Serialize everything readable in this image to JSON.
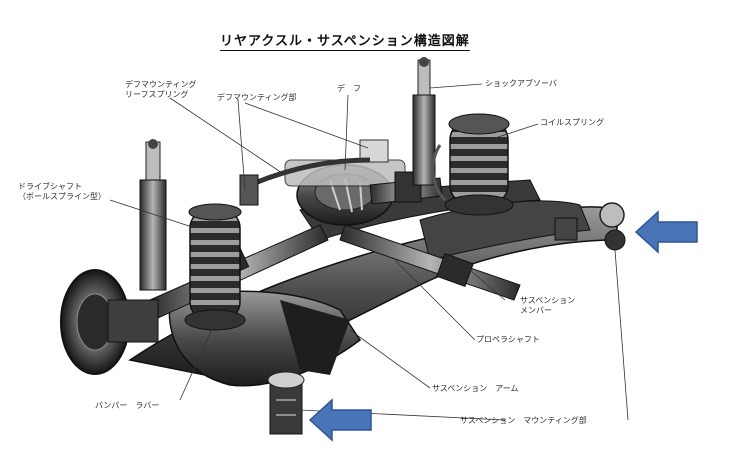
{
  "title": "リヤアクスル・サスペンション構造図解",
  "labels": {
    "diff_mount_leaf": "デフマウンティング\nリーフスプリング",
    "diff_mount_part": "デフマウンティング部",
    "diff": "デ　フ",
    "shock_absorber": "ショックアブソーバ",
    "coil_spring": "コイルスプリング",
    "drive_shaft": "ドライブシャフト\n（ボールスプライン型）",
    "suspension_member": "サスペンション\nメンバー",
    "propeller_shaft": "プロペラシャフト",
    "suspension_arm": "サスペンション　アーム",
    "bumper_rubber": "バンパー　ラバー",
    "suspension_mounting": "サスペンション　マウンティング部"
  },
  "arrows": [
    {
      "direction": "left",
      "color": "#4a74b8"
    },
    {
      "direction": "left",
      "color": "#4a74b8"
    }
  ]
}
